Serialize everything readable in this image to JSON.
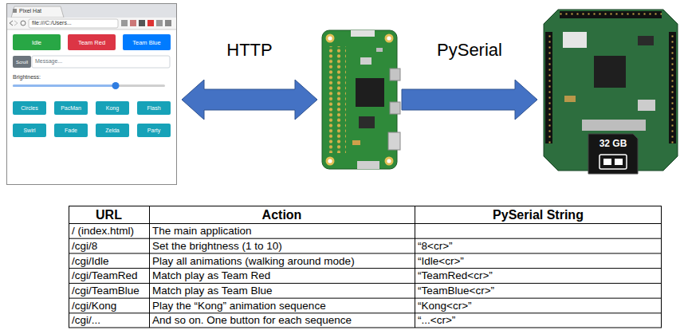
{
  "diagram": {
    "nodes": [
      {
        "text": [
          "Pixel Hat"
        ]
      },
      {
        "text": [
          "Idle"
        ],
        "in": 0
      },
      {
        "text": [
          "Team Red"
        ],
        "in": 0
      },
      {
        "text": [
          "Team Blue"
        ],
        "in": 0
      },
      {
        "text": [
          "Scroll"
        ],
        "in": 0
      },
      {
        "text": [
          "Circles"
        ],
        "in": 0
      },
      {
        "text": [
          "PacMan"
        ],
        "in": 0
      },
      {
        "text": [
          "Kong"
        ],
        "in": 0
      },
      {
        "text": [
          "Flash"
        ],
        "in": 0
      },
      {
        "text": [
          "Swirl"
        ],
        "in": 0
      },
      {
        "text": [
          "Fade"
        ],
        "in": 0
      },
      {
        "text": [
          "Zelda"
        ],
        "in": 0
      },
      {
        "text": [
          "Party"
        ],
        "in": 0
      },
      {
        "text": []
      },
      {
        "text": []
      },
      {
        "text": [
          "32 GB"
        ],
        "in": 14
      }
    ],
    "edges": [
      {
        "from": 0,
        "to": 13,
        "label": "HTTP",
        "arrow": "both"
      },
      {
        "from": 13,
        "to": 14,
        "label": "PySerial",
        "arrow": "to"
      }
    ],
    "labels": [
      "file:///C:/Users...",
      "Message...",
      "Brightness:",
      "URL",
      "Action",
      "PySerial String",
      "/ (index.html)",
      "The main application",
      "/cgi/8",
      "Set the brightness (1 to 10)",
      "“8<cr>”",
      "/cgi/Idle",
      "Play all animations (walking around mode)",
      "“Idle<cr>”",
      "/cgi/TeamRed",
      "Match play as Team Red",
      "“TeamRed<cr>”",
      "/cgi/TeamBlue",
      "Match play as Team Blue",
      "“TeamBlue<cr>”",
      "/cgi/Kong",
      "Play the “Kong” animation sequence",
      "“Kong<cr>”",
      "/cgi/...",
      "And so on. One button for each sequence",
      "“...<cr>”"
    ]
  }
}
